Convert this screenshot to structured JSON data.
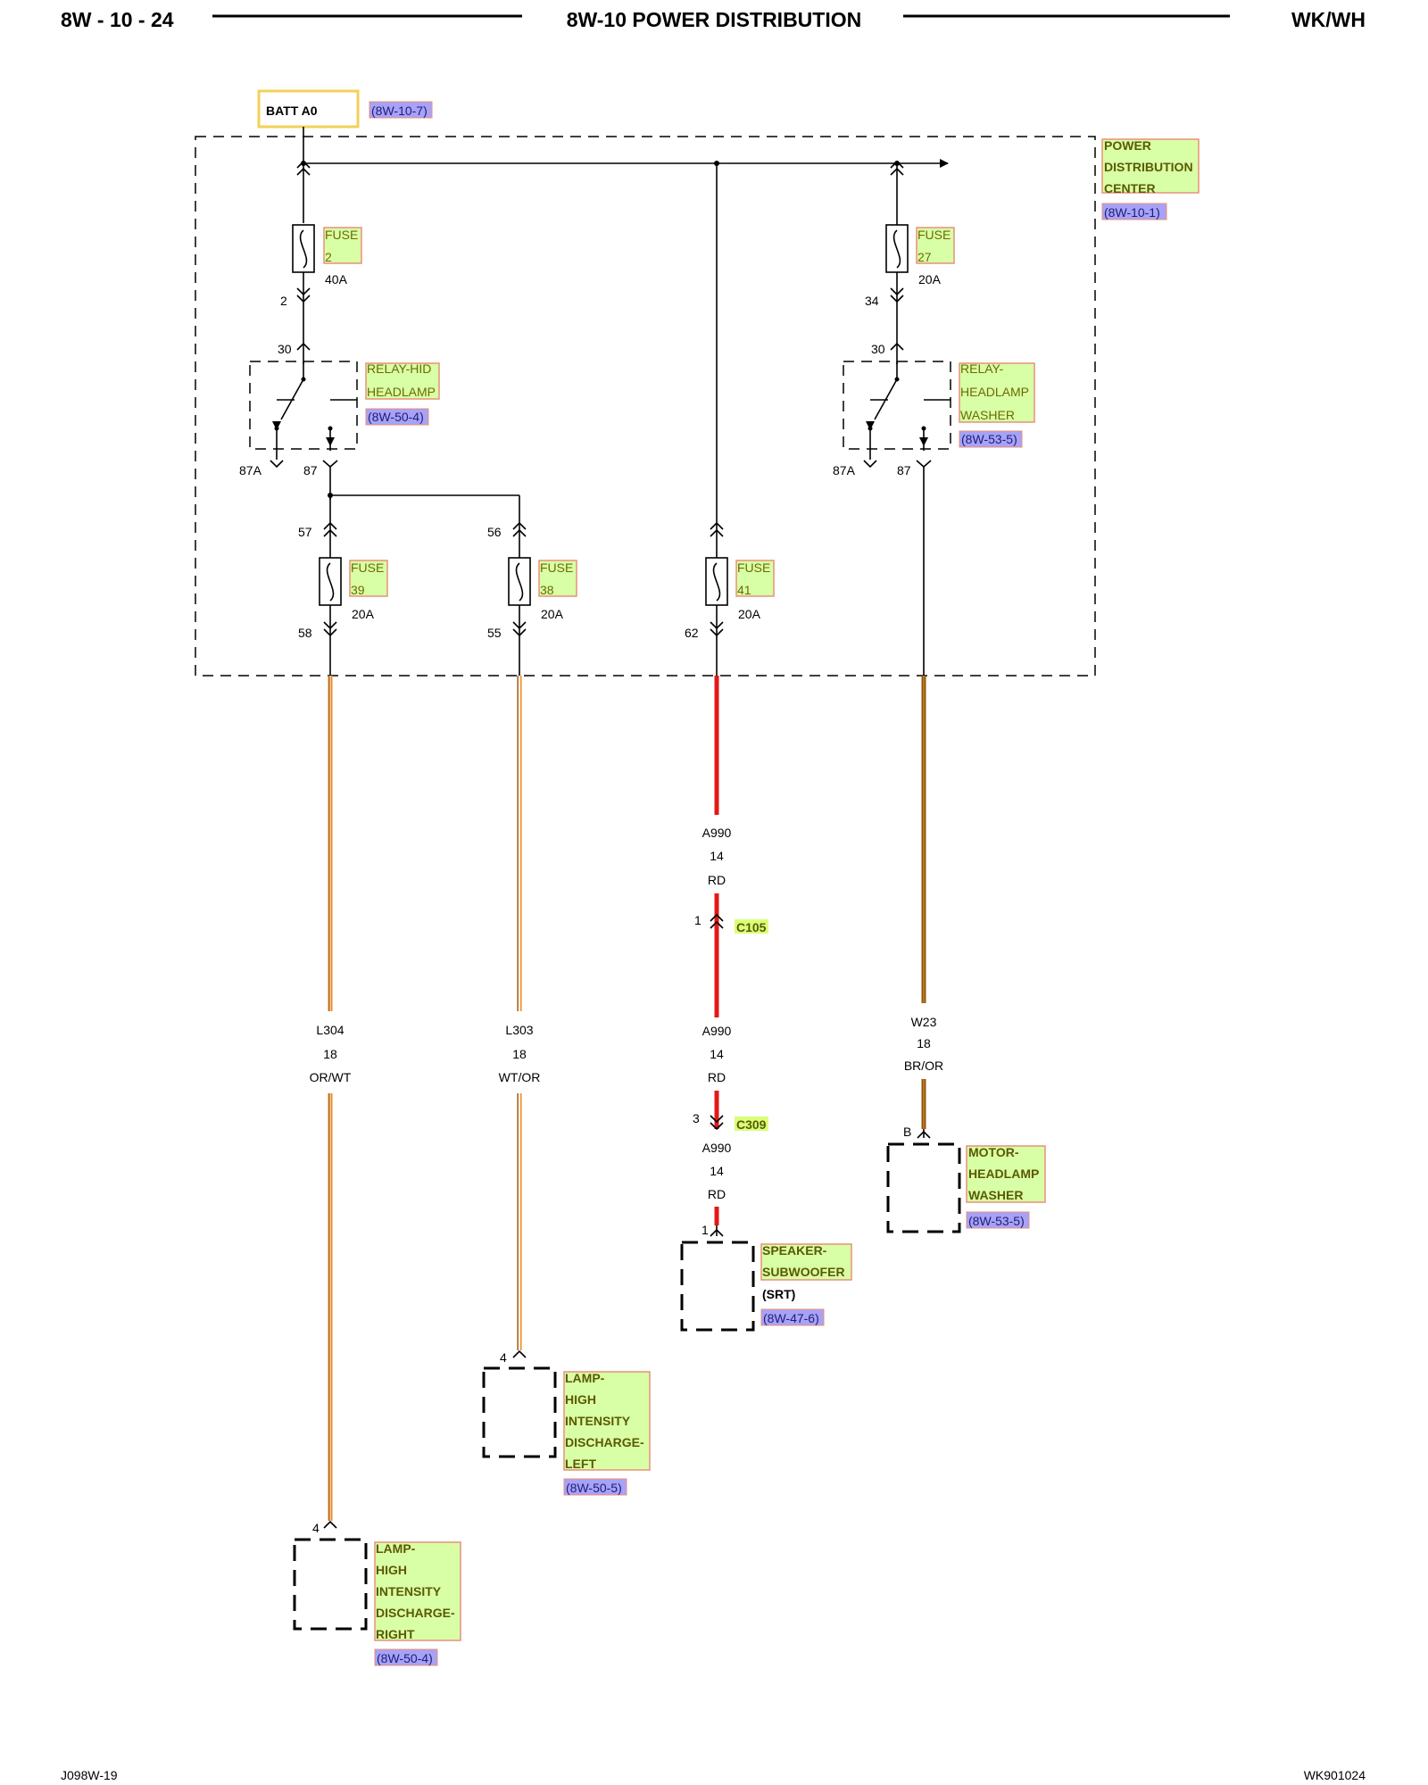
{
  "header": {
    "page_id": "8W - 10 - 24",
    "title": "8W-10 POWER DISTRIBUTION",
    "model": "WK/WH"
  },
  "footer": {
    "left_code": "J098W-19",
    "right_code": "WK901024"
  },
  "source": {
    "label": "BATT A0",
    "ref": "(8W-10-7)"
  },
  "module": {
    "label_line1": "POWER",
    "label_line2": "DISTRIBUTION",
    "label_line3": "CENTER",
    "ref": "(8W-10-1)"
  },
  "fuses": {
    "f2": {
      "word": "FUSE",
      "num": "2",
      "rating": "40A",
      "pin_out": "2"
    },
    "f27": {
      "word": "FUSE",
      "num": "27",
      "rating": "20A",
      "pin_out": "34"
    },
    "f39": {
      "word": "FUSE",
      "num": "39",
      "rating": "20A",
      "pin_in": "57",
      "pin_out": "58"
    },
    "f38": {
      "word": "FUSE",
      "num": "38",
      "rating": "20A",
      "pin_in": "56",
      "pin_out": "55"
    },
    "f41": {
      "word": "FUSE",
      "num": "41",
      "rating": "20A",
      "pin_out": "62"
    }
  },
  "relays": {
    "hid": {
      "line1": "RELAY-HID",
      "line2": "HEADLAMP",
      "ref": "(8W-50-4)",
      "pin_30": "30",
      "pin_87a": "87A",
      "pin_87": "87"
    },
    "washer": {
      "line1": "RELAY-",
      "line2": "HEADLAMP",
      "line3": "WASHER",
      "ref": "(8W-53-5)",
      "pin_30": "30",
      "pin_87a": "87A",
      "pin_87": "87"
    }
  },
  "wires": {
    "l304": {
      "circuit": "L304",
      "gauge": "18",
      "color": "OR/WT",
      "colors": [
        "#f08a1c",
        "#ffffff"
      ]
    },
    "l303": {
      "circuit": "L303",
      "gauge": "18",
      "color": "WT/OR",
      "colors": [
        "#ffffff",
        "#f08a1c"
      ]
    },
    "a990_1": {
      "circuit": "A990",
      "gauge": "14",
      "color": "RD",
      "colors": [
        "#e31818"
      ]
    },
    "a990_2": {
      "circuit": "A990",
      "gauge": "14",
      "color": "RD"
    },
    "a990_3": {
      "circuit": "A990",
      "gauge": "14",
      "color": "RD"
    },
    "w23": {
      "circuit": "W23",
      "gauge": "18",
      "color": "BR/OR",
      "colors": [
        "#8a5a14",
        "#f08a1c"
      ]
    }
  },
  "connectors": {
    "c105": {
      "name": "C105",
      "pin": "1"
    },
    "c309": {
      "name": "C309",
      "pin": "3"
    }
  },
  "components": {
    "subwoofer": {
      "line1": "SPEAKER-",
      "line2": "SUBWOOFER",
      "variant": "(SRT)",
      "ref": "(8W-47-6)",
      "pin": "1"
    },
    "motor": {
      "line1": "MOTOR-",
      "line2": "HEADLAMP",
      "line3": "WASHER",
      "ref": "(8W-53-5)",
      "pin": "B"
    },
    "lamp_left": {
      "line1": "LAMP-",
      "line2": "HIGH",
      "line3": "INTENSITY",
      "line4": "DISCHARGE-",
      "line5": "LEFT",
      "ref": "(8W-50-5)",
      "pin": "4"
    },
    "lamp_right": {
      "line1": "LAMP-",
      "line2": "HIGH",
      "line3": "INTENSITY",
      "line4": "DISCHARGE-",
      "line5": "RIGHT",
      "ref": "(8W-50-4)",
      "pin": "4"
    }
  }
}
